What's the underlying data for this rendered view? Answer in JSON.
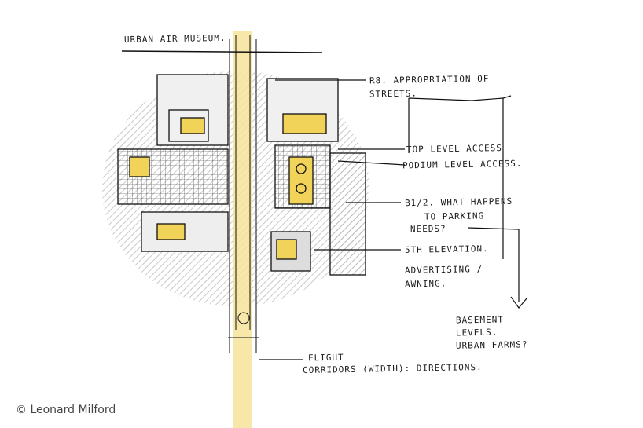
{
  "title": "Urban Air Museum.",
  "annotations": {
    "appropriation": "R8. Appropriation of",
    "appropriation_2": "Streets.",
    "top_level": "Top level access",
    "podium_level": "Podium level access.",
    "b12": "B1/2. What happens",
    "b12_2": "to parking",
    "b12_3": "needs?",
    "fifth_elevation": "5th elevation.",
    "advertising": "Advertising /",
    "awning": "Awning.",
    "basement": "Basement",
    "basement_2": "levels.",
    "urban_farms": "Urban farms?",
    "flight": "Flight",
    "corridors": "corridors (width): directions."
  },
  "credit": "© Leonard Milford",
  "colors": {
    "highlight": "#f2d35a",
    "ink": "#1a1a1a",
    "shade": "#cfcfcf"
  }
}
